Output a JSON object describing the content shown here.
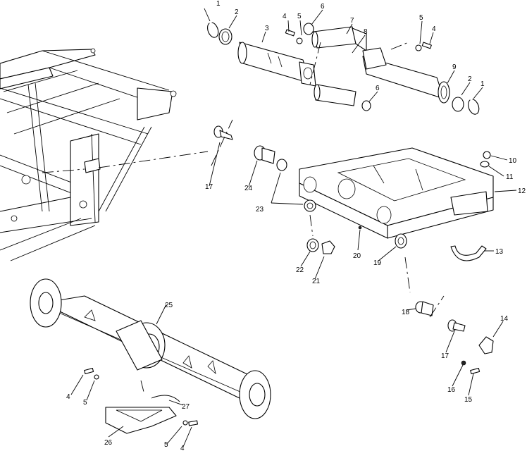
{
  "callouts": [
    {
      "id": "c1a",
      "text": "1"
    },
    {
      "id": "c2a",
      "text": "2"
    },
    {
      "id": "c3",
      "text": "3"
    },
    {
      "id": "c4a",
      "text": "4"
    },
    {
      "id": "c5a",
      "text": "5"
    },
    {
      "id": "c6a",
      "text": "6"
    },
    {
      "id": "c7",
      "text": "7"
    },
    {
      "id": "c8",
      "text": "8"
    },
    {
      "id": "c5b",
      "text": "5"
    },
    {
      "id": "c4b",
      "text": "4"
    },
    {
      "id": "c9",
      "text": "9"
    },
    {
      "id": "c2b",
      "text": "2"
    },
    {
      "id": "c1b",
      "text": "1"
    },
    {
      "id": "c6b",
      "text": "6"
    },
    {
      "id": "c10",
      "text": "10"
    },
    {
      "id": "c11",
      "text": "11"
    },
    {
      "id": "c12",
      "text": "12"
    },
    {
      "id": "c13",
      "text": "13"
    },
    {
      "id": "c14",
      "text": "14"
    },
    {
      "id": "c15",
      "text": "15"
    },
    {
      "id": "c16",
      "text": "16"
    },
    {
      "id": "c17a",
      "text": "17"
    },
    {
      "id": "c17b",
      "text": "17"
    },
    {
      "id": "c18",
      "text": "18"
    },
    {
      "id": "c19",
      "text": "19"
    },
    {
      "id": "c20",
      "text": "20"
    },
    {
      "id": "c21",
      "text": "21"
    },
    {
      "id": "c22",
      "text": "22"
    },
    {
      "id": "c23",
      "text": "23"
    },
    {
      "id": "c24",
      "text": "24"
    },
    {
      "id": "c25",
      "text": "25"
    },
    {
      "id": "c26",
      "text": "26"
    },
    {
      "id": "c27",
      "text": "27"
    },
    {
      "id": "c4c",
      "text": "4"
    },
    {
      "id": "c5c",
      "text": "5"
    },
    {
      "id": "c5d",
      "text": "5"
    },
    {
      "id": "c4d",
      "text": "4"
    }
  ],
  "colors": {
    "ink": "#000000",
    "paper": "#ffffff"
  }
}
